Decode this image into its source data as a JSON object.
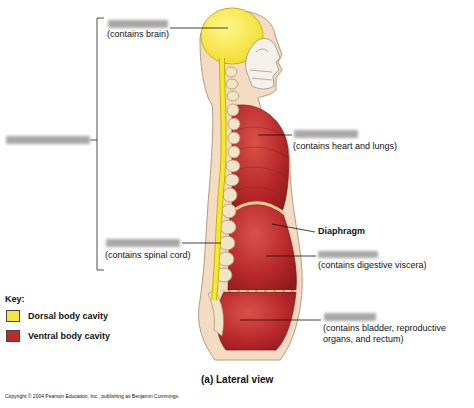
{
  "diagram": {
    "caption": "(a) Lateral view",
    "labels": [
      "(contains brain)",
      "(contains heart and lungs)",
      "Diaphragm",
      "(contains spinal cord)",
      "(contains digestive viscera)",
      "(contains bladder, reproductive organs, and rectum)",
      "Key:",
      "Copyright © 2004 Pearson Education, Inc., publishing as Benjamin Cummings."
    ],
    "legend": [
      {
        "text": "Dorsal body cavity",
        "color": "#f5e63a"
      },
      {
        "text": "Ventral body cavity",
        "color": "#c0282a"
      }
    ]
  }
}
